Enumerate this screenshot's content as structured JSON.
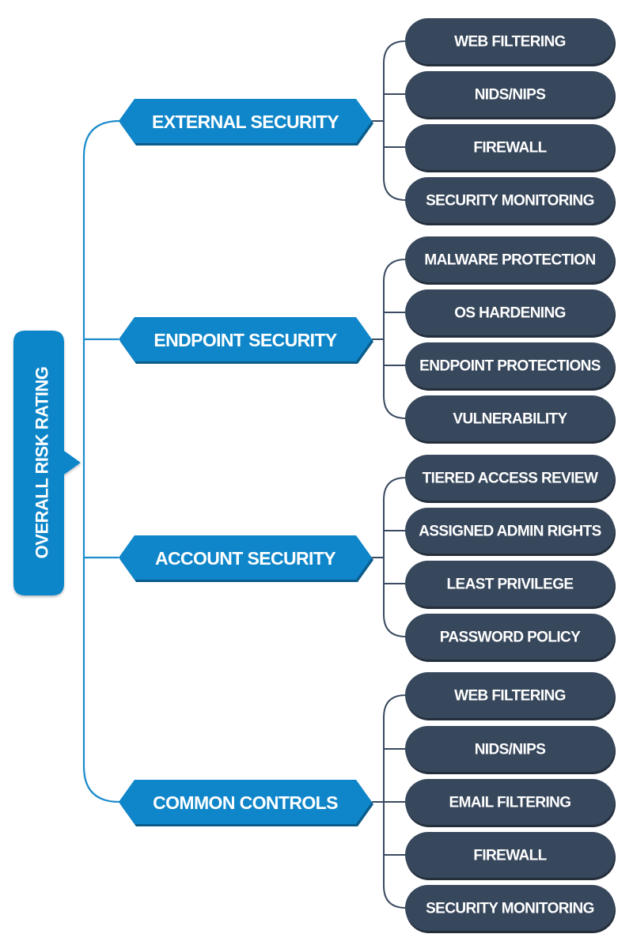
{
  "root": {
    "label": "OVERALL RISK RATING"
  },
  "categories": [
    {
      "label": "EXTERNAL SECURITY",
      "items": [
        "WEB FILTERING",
        "NIDS/NIPS",
        "FIREWALL",
        "SECURITY MONITORING"
      ]
    },
    {
      "label": "ENDPOINT SECURITY",
      "items": [
        "MALWARE PROTECTION",
        "OS HARDENING",
        "ENDPOINT PROTECTIONS",
        "VULNERABILITY"
      ]
    },
    {
      "label": "ACCOUNT SECURITY",
      "items": [
        "TIERED ACCESS REVIEW",
        "ASSIGNED ADMIN RIGHTS",
        "LEAST PRIVILEGE",
        "PASSWORD POLICY"
      ]
    },
    {
      "label": "COMMON CONTROLS",
      "items": [
        "WEB FILTERING",
        "NIDS/NIPS",
        "EMAIL FILTERING",
        "FIREWALL",
        "SECURITY MONITORING"
      ]
    }
  ],
  "colors": {
    "primary_blue": "#0f86c9",
    "primary_blue_shadow": "#0a5c8c",
    "leaf_navy": "#37475c",
    "leaf_shadow": "#252f3c",
    "connector_blue": "#1d8ccc",
    "connector_navy": "#3a4a60"
  }
}
